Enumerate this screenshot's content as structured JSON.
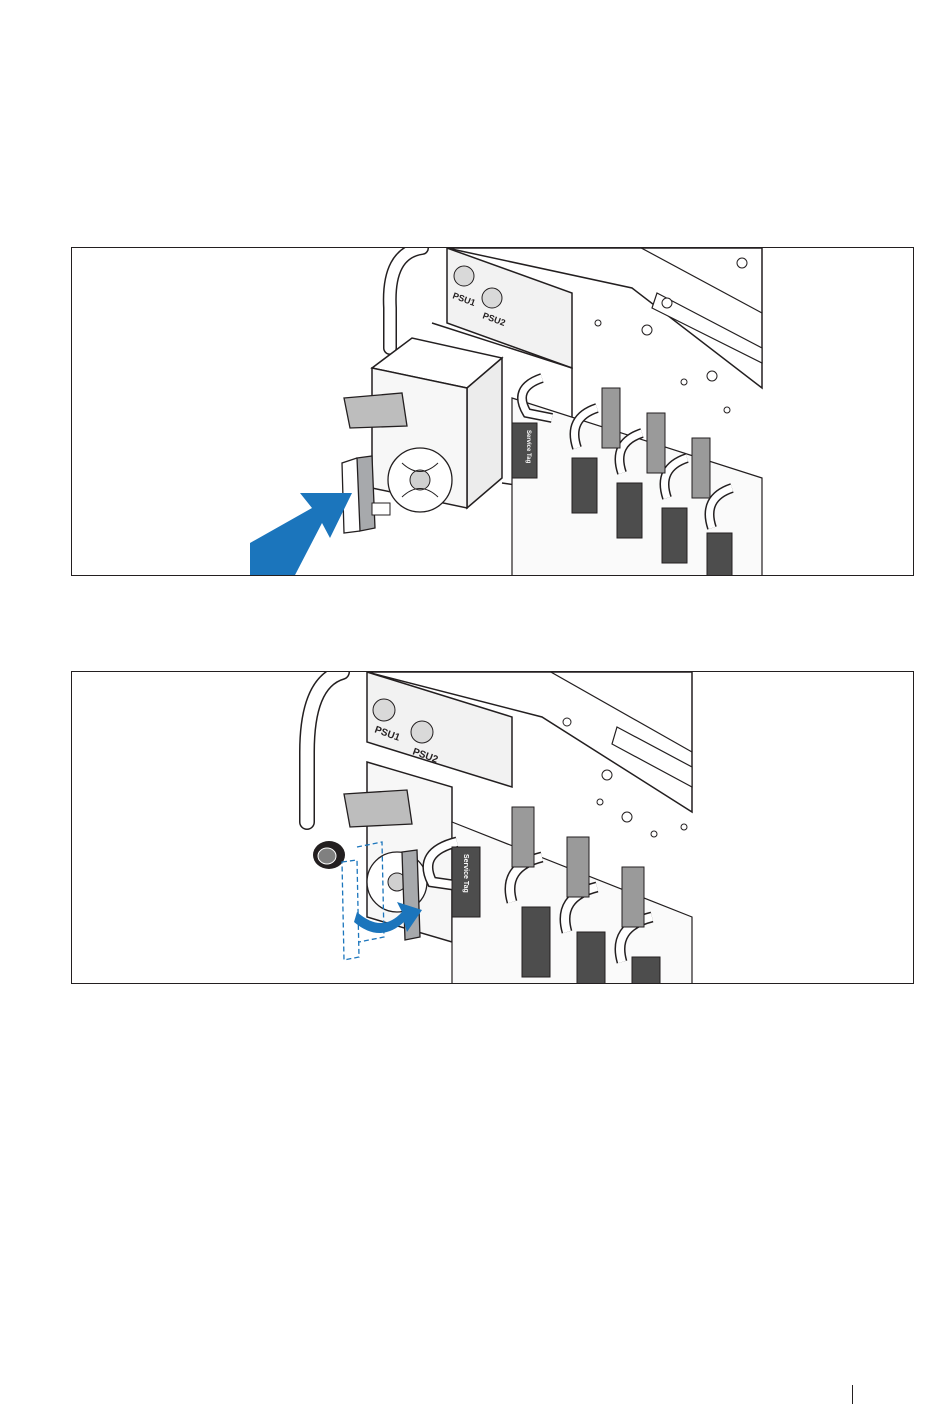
{
  "figures": [
    {
      "psu_labels": [
        "PSU1",
        "PSU2"
      ],
      "service_tag_label": "Service Tag",
      "arrow_color": "#1b75bc",
      "icons": [
        "insert-arrow-icon"
      ]
    },
    {
      "psu_labels": [
        "PSU1",
        "PSU2"
      ],
      "service_tag_label": "Service Tag",
      "arrow_color": "#1b75bc",
      "icons": [
        "rotate-handle-arrow-icon",
        "thumbscrew-icon"
      ]
    }
  ]
}
